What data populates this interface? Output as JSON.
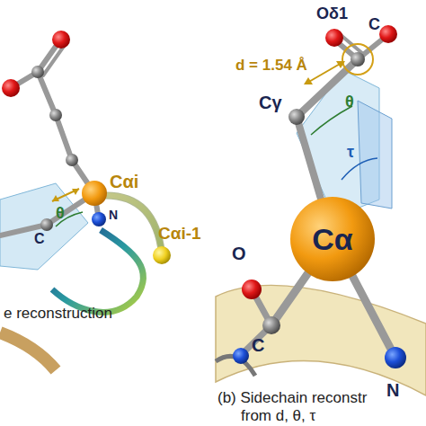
{
  "diagram": {
    "nodes": [
      {
        "text": [
          "Cα"
        ]
      }
    ],
    "labels": [
      "Cαi",
      "θ",
      "N",
      "C",
      "Cαi-1",
      "e reconstruction",
      "Oδ1",
      "C",
      "d = 1.54 Å",
      "Cγ",
      "θ",
      "τ",
      "O",
      "C",
      "N",
      "(b) Sidechain reconstr",
      "from d, θ, τ"
    ]
  }
}
